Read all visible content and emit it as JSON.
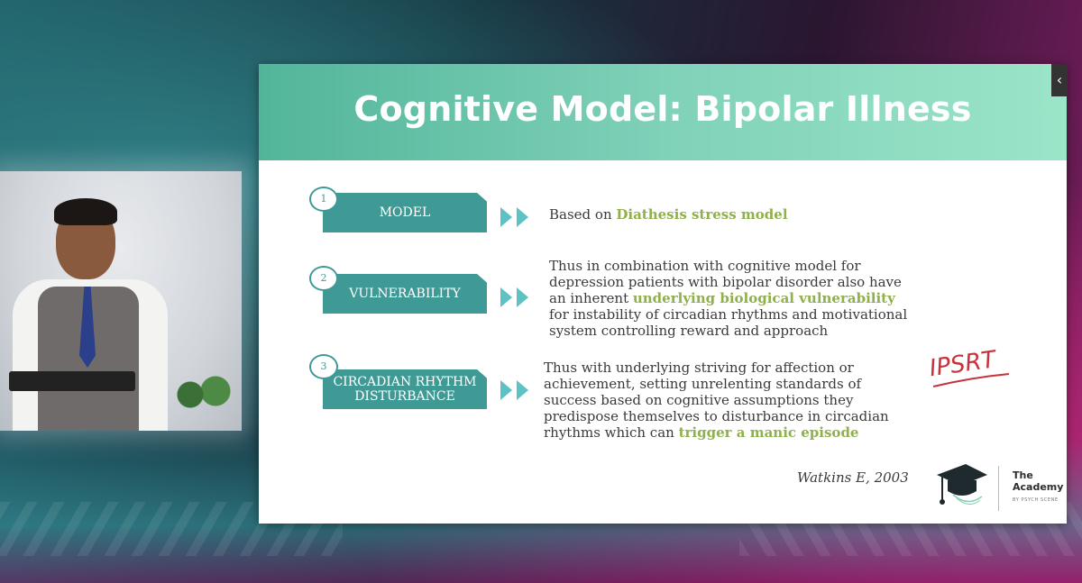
{
  "slide": {
    "title": "Cognitive Model: Bipolar Illness",
    "corner_icon": "‹",
    "rows": [
      {
        "number": "1",
        "label": "MODEL",
        "text_parts": [
          "Based on ",
          "Diathesis stress model"
        ]
      },
      {
        "number": "2",
        "label": "VULNERABILITY",
        "text_parts": [
          "Thus in combination with cognitive model for depression patients with bipolar disorder also have an inherent ",
          "underlying biological vulnerability",
          " for instability of circadian rhythms and motivational system controlling reward and approach"
        ]
      },
      {
        "number": "3",
        "label": "CIRCADIAN RHYTHM DISTURBANCE",
        "text_parts": [
          "Thus with underlying striving for affection or achievement, setting unrelenting standards of success based on cognitive assumptions they predispose themselves to disturbance in circadian rhythms which can ",
          "trigger a manic episode"
        ]
      }
    ],
    "citation": "Watkins E, 2003",
    "handwritten_note": "IPSRT",
    "logo": {
      "name_line1": "The",
      "name_line2": "Academy",
      "byline": "BY PSYCH SCENE"
    }
  },
  "colors": {
    "header_gradient_start": "#52b59a",
    "header_gradient_end": "#9be5c9",
    "box_teal": "#3f9a96",
    "arrow_teal": "#5cc2c4",
    "highlight_green": "#8fb04a",
    "annotation_red": "#c8323a"
  },
  "icons": {
    "bullet_arrows": "double-chevron-right-icon",
    "logo": "graduation-cap-icon"
  }
}
